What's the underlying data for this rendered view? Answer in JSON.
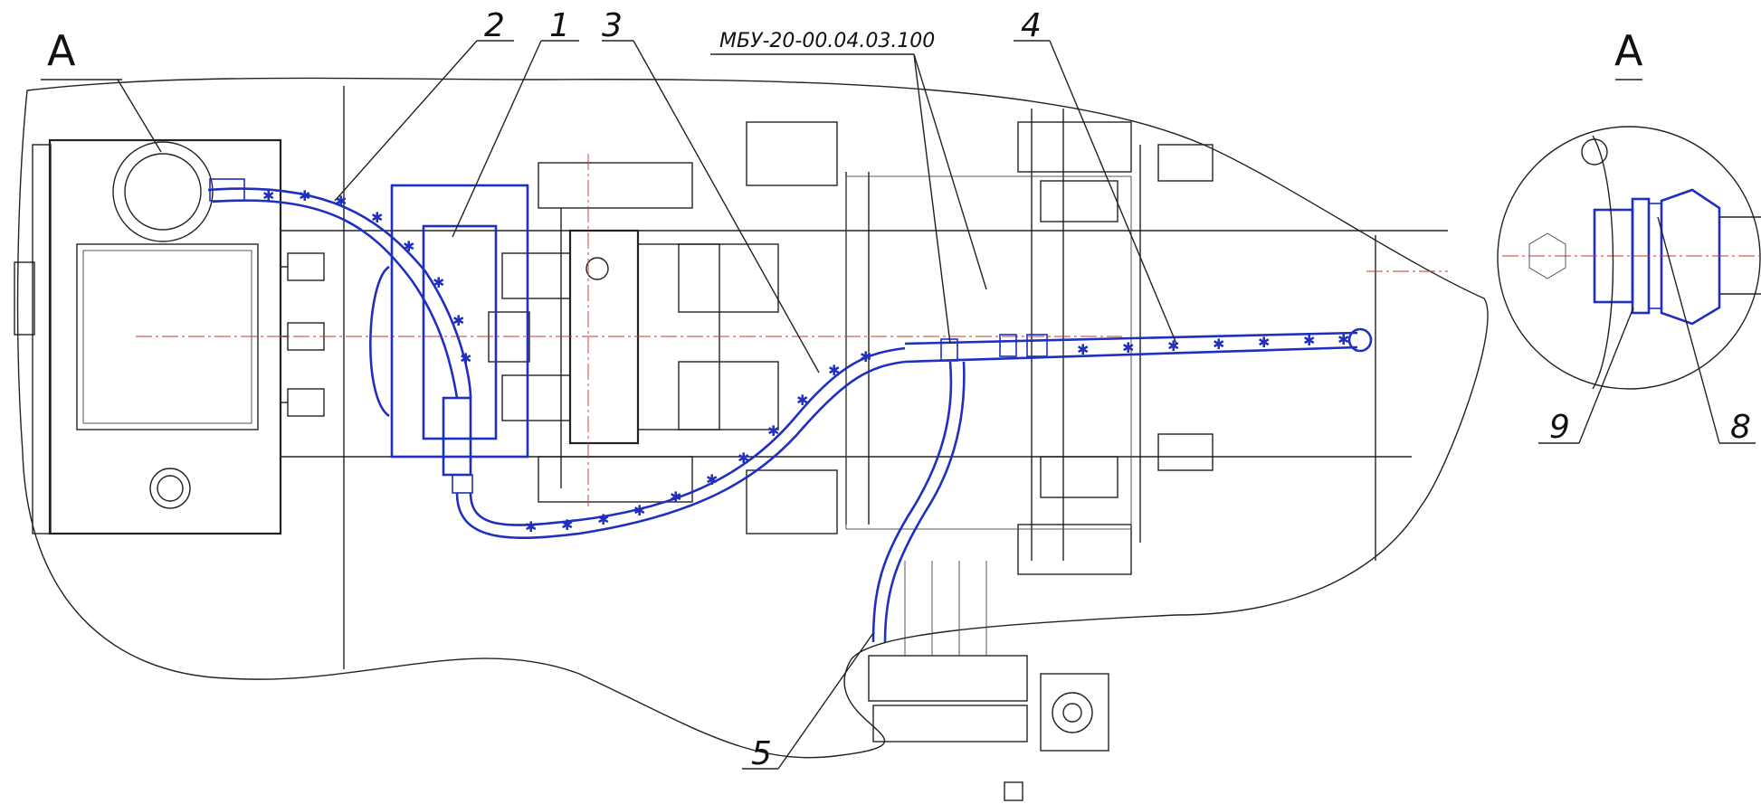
{
  "diagram": {
    "view_label_left": "A",
    "view_label_right": "A",
    "reference": "МБУ-20-00.04.03.100",
    "callouts": [
      "1",
      "2",
      "3",
      "4",
      "5",
      "8",
      "9"
    ]
  }
}
